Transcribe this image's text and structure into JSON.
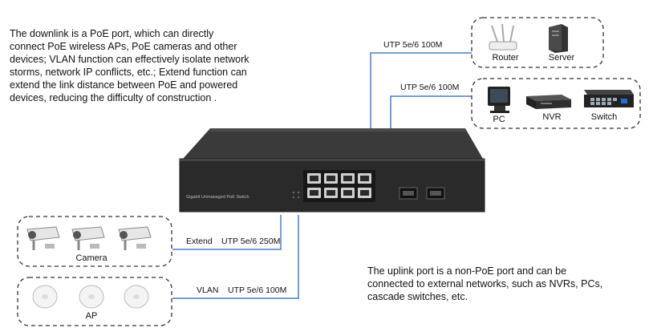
{
  "notes": {
    "downlink": "The downlink is a PoE port, which can directly connect PoE wireless APs, PoE cameras and other devices; VLAN function can effectively isolate network storms, network IP conflicts, etc.; Extend function can extend the link distance between PoE and powered devices, reducing the difficulty of construction .",
    "uplink": "The uplink port is a non-PoE port and can be connected to external networks, such as NVRs, PCs, cascade switches, etc."
  },
  "links": {
    "top1": "UTP 5e/6  100M",
    "top2": "UTP 5e/6  100M",
    "extend_mode": "Extend",
    "extend_cable": "UTP 5e/6  250M",
    "vlan_mode": "VLAN",
    "vlan_cable": "UTP 5e/6  100M"
  },
  "devices": {
    "router": "Router",
    "server": "Server",
    "pc": "PC",
    "nvr": "NVR",
    "switch": "Switch",
    "camera": "Camera",
    "ap": "AP"
  },
  "switch_unit": {
    "name": "Gigabit Unmanaged PoE Switch"
  },
  "colors": {
    "link_line": "#4a7fc1",
    "box_border": "#333333",
    "switch_body": "#2a2a2a"
  }
}
